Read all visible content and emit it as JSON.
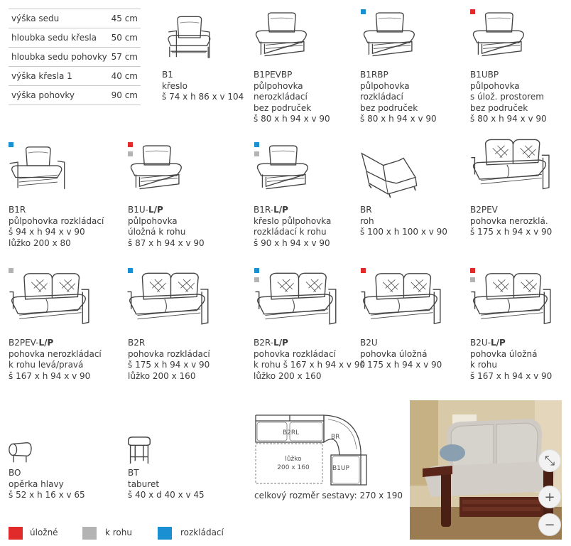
{
  "specs": [
    {
      "label": "výška sedu",
      "value": "45 cm"
    },
    {
      "label": "hloubka sedu křesla",
      "value": "50 cm"
    },
    {
      "label": "hloubka sedu pohovky",
      "value": "57 cm"
    },
    {
      "label": "výška křesla 1",
      "value": "40 cm"
    },
    {
      "label": "výška pohovky",
      "value": "90 cm"
    }
  ],
  "products": {
    "b1": {
      "code": "B1",
      "lines": [
        "křeslo",
        "š 74 x h 86 x v 104"
      ]
    },
    "b1pevbp": {
      "code": "B1PEVBP",
      "lines": [
        "půlpohovka",
        "nerozkládací",
        "bez područek",
        "š 80 x h 94 x v 90"
      ]
    },
    "b1rbp": {
      "code": "B1RBP",
      "lines": [
        "půlpohovka",
        "rozkládací",
        "bez područek",
        "š 80 x h 94 x v 90"
      ]
    },
    "b1ubp": {
      "code": "B1UBP",
      "lines": [
        "půlpohovka",
        "s úlož. prostorem",
        "bez područek",
        "š 80 x h 94 x v 90"
      ]
    },
    "b1r": {
      "code": "B1R",
      "lines": [
        "půlpohovka rozkládací",
        "š 94 x h 94 x v 90",
        "lůžko 200 x 80"
      ]
    },
    "b1u": {
      "code": "B1U-",
      "suffix": "L/P",
      "lines": [
        "půlpohovka",
        "úložná k rohu",
        "š 87 x h 94 x v 90"
      ]
    },
    "b1rlp": {
      "code": "B1R-",
      "suffix": "L/P",
      "lines": [
        "křeslo půlpohovka",
        "rozkládací k rohu",
        "š 90 x h 94 x v 90"
      ]
    },
    "br": {
      "code": "BR",
      "lines": [
        "roh",
        "š 100 x h 100 x v 90"
      ]
    },
    "b2pev": {
      "code": "B2PEV",
      "lines": [
        "pohovka nerozklá.",
        "š 175 x h 94 x v 90"
      ]
    },
    "b2pevlp": {
      "code": "B2PEV-",
      "suffix": "L/P",
      "lines": [
        "pohovka nerozkládací",
        "k rohu levá/pravá",
        "š 167 x h 94 x v 90"
      ]
    },
    "b2r": {
      "code": "B2R",
      "lines": [
        "pohovka rozkládací",
        "š 175 x h 94 x v 90",
        "lůžko 200 x 160"
      ]
    },
    "b2rlp": {
      "code": "B2R-",
      "suffix": "L/P",
      "lines": [
        "pohovka rozkládací",
        "k rohu š 167 x h 94 x v 90",
        "lůžko 200 x 160"
      ]
    },
    "b2u": {
      "code": "B2U",
      "lines": [
        "pohovka úložná",
        "š 175 x h 94 x v 90"
      ]
    },
    "b2ulp": {
      "code": "B2U-",
      "suffix": "L/P",
      "lines": [
        "pohovka úložná",
        "k rohu",
        "š 167 x h 94 x v 90"
      ]
    },
    "bo": {
      "code": "BO",
      "lines": [
        "opěrka hlavy",
        "š 52 x h 16 x v 65"
      ]
    },
    "bt": {
      "code": "BT",
      "lines": [
        "taburet",
        "š 40 x d 40 x v 45"
      ]
    }
  },
  "layout_plan": {
    "label_b2rl": "B2RL",
    "label_br": "BR",
    "label_b1up": "B1UP",
    "bed_line1": "lůžko",
    "bed_line2": "200 x 160",
    "total": "celkový rozměr sestavy: 270 x 190"
  },
  "legend": [
    {
      "label": "úložné",
      "color": "#e12b2b"
    },
    {
      "label": "k rohu",
      "color": "#b3b3b3"
    },
    {
      "label": "rozkládací",
      "color": "#1a8fd2"
    }
  ],
  "zoom": {
    "fit": "⤡",
    "in": "+",
    "out": "−"
  }
}
